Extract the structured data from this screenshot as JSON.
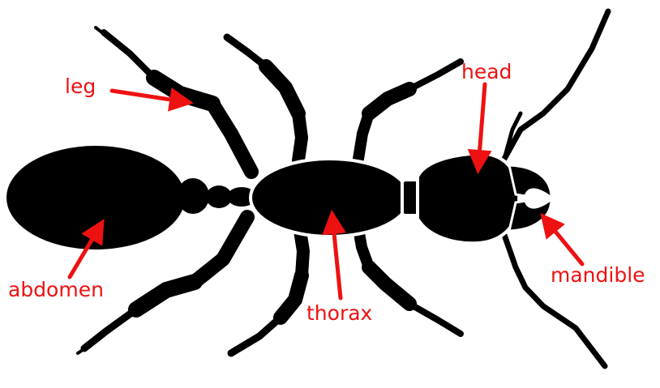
{
  "colors": {
    "label": "#ee1111",
    "silhouette": "#000000",
    "background": "#ffffff"
  },
  "labels": {
    "leg": "leg",
    "head": "head",
    "abdomen": "abdomen",
    "thorax": "thorax",
    "mandible": "mandible"
  }
}
